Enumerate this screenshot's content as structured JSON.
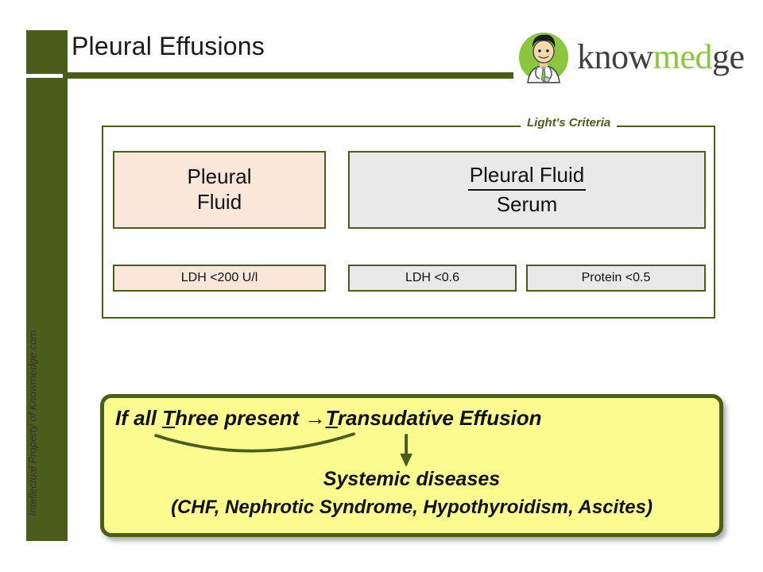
{
  "slide": {
    "title": "Pleural Effusions",
    "watermark": "Intellectual Property of Knowmedge.com"
  },
  "logo": {
    "part_know": "know",
    "part_med": "med",
    "part_ge": "ge",
    "badge_icon": "doctor-avatar-icon",
    "green": "#8cc63e",
    "dark": "#3f3f3f"
  },
  "criteria_panel": {
    "legend": "Light's Criteria",
    "pleural_fluid_box": {
      "line1": "Pleural",
      "line2": "Fluid",
      "background": "#fae7d9"
    },
    "ratio_box": {
      "numerator": "Pleural Fluid",
      "denominator": "Serum",
      "background": "#e9e9e9"
    },
    "chips": [
      {
        "label": "LDH <200 U/l",
        "background": "#fae7d9"
      },
      {
        "label": "LDH <0.6",
        "background": "#e9e9e9"
      },
      {
        "label": "Protein <0.5",
        "background": "#e9e9e9"
      }
    ]
  },
  "conclusion": {
    "prefix": "If all ",
    "underlined_t1": "T",
    "middle": "hree present  ",
    "arrow": "→",
    "underlined_t2": "T",
    "suffix": "ransudative  Effusion",
    "down_arrow": "↓",
    "systemic_main": "Systemic diseases",
    "systemic_detail": "(CHF, Nephrotic Syndrome, Hypothyroidism,  Ascites)",
    "background": "#fbfb8f"
  },
  "theme": {
    "olive": "#4b5d1b",
    "peach": "#fae7d9",
    "gray": "#e9e9e9",
    "yellow": "#fbfb8f"
  }
}
